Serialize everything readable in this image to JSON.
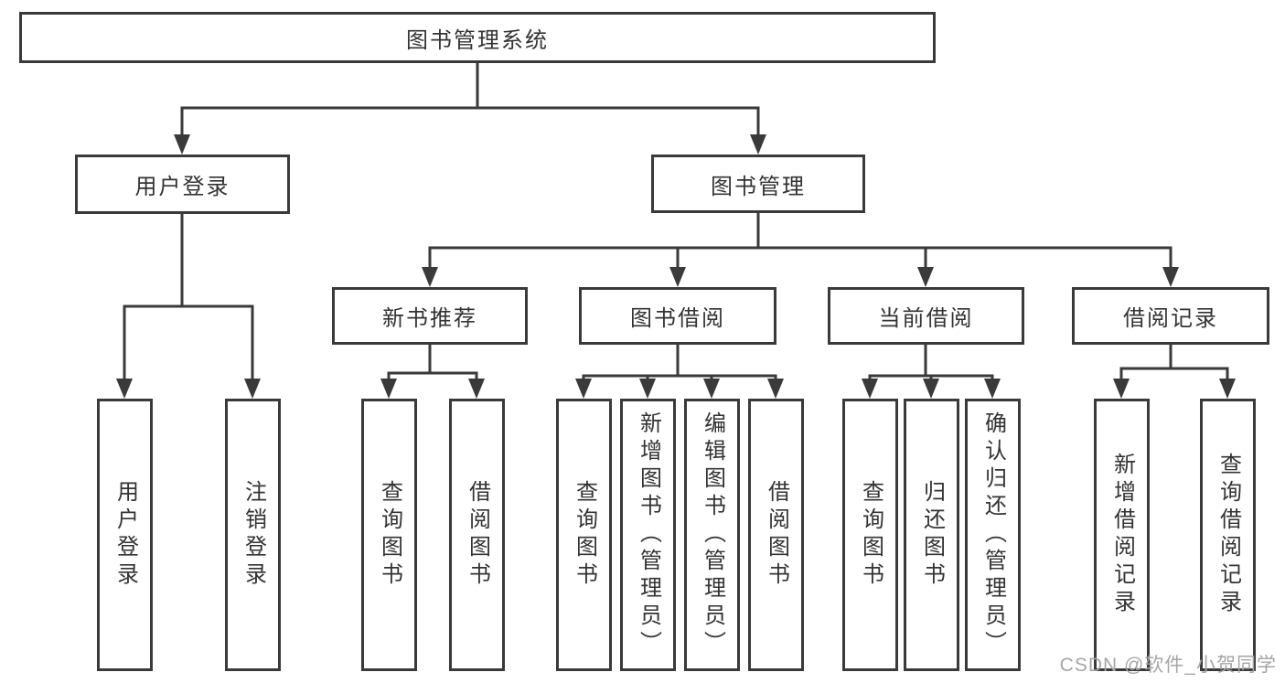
{
  "tree": {
    "root": {
      "label": "图书管理系统",
      "children": [
        {
          "label": "用户登录",
          "children": [
            {
              "label": "用户登录"
            },
            {
              "label": "注销登录"
            }
          ]
        },
        {
          "label": "图书管理",
          "children": [
            {
              "label": "新书推荐",
              "children": [
                {
                  "label": "查询图书"
                },
                {
                  "label": "借阅图书"
                }
              ]
            },
            {
              "label": "图书借阅",
              "children": [
                {
                  "label": "查询图书"
                },
                {
                  "label": "新增图书（管理员）"
                },
                {
                  "label": "编辑图书（管理员）"
                },
                {
                  "label": "借阅图书"
                }
              ]
            },
            {
              "label": "当前借阅",
              "children": [
                {
                  "label": "查询图书"
                },
                {
                  "label": "归还图书"
                },
                {
                  "label": "确认归还（管理员）"
                }
              ]
            },
            {
              "label": "借阅记录",
              "children": [
                {
                  "label": "新增借阅记录"
                },
                {
                  "label": "查询借阅记录"
                }
              ]
            }
          ]
        }
      ]
    }
  },
  "watermark": "CSDN @软件_小贺同学",
  "colors": {
    "line": "#3a3a3a",
    "text": "#333333",
    "background": "#ffffff",
    "watermark": "#a6a6a6"
  }
}
